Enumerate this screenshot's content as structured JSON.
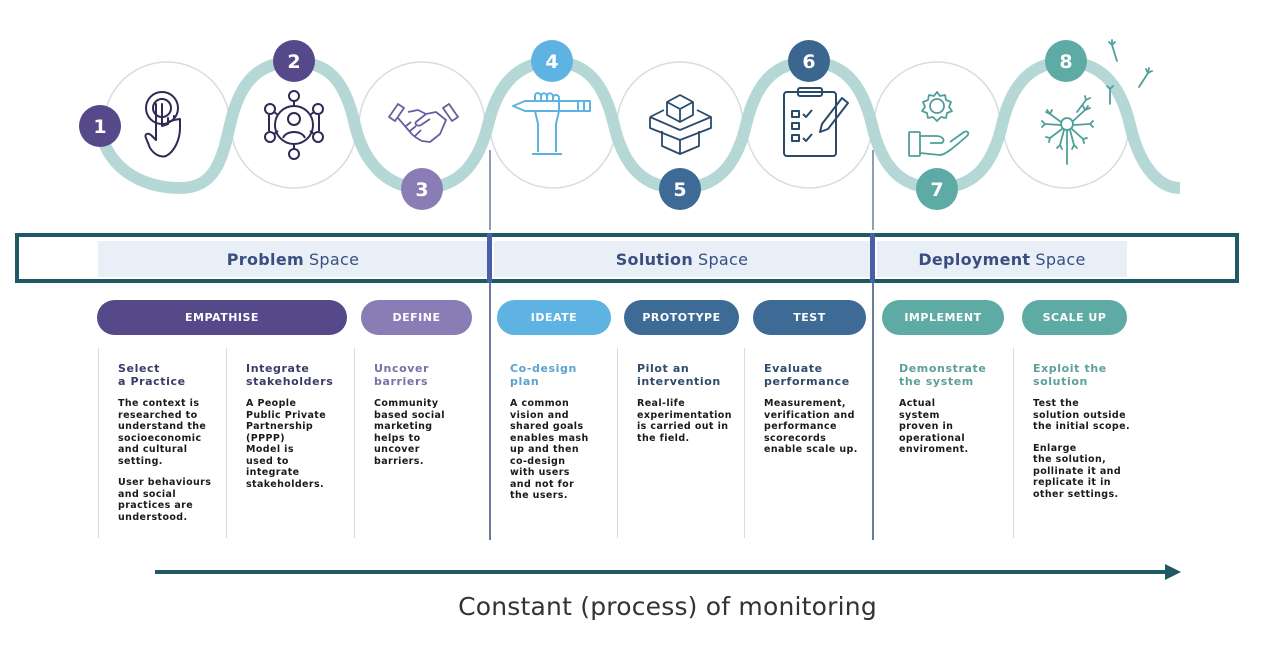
{
  "colors": {
    "purple_dark": "#56498a",
    "purple_mid": "#6b5d9e",
    "purple_light": "#8a7db5",
    "blue_light": "#5fb3e3",
    "blue_steel": "#3e6b95",
    "blue_dark": "#3b6690",
    "teal": "#5eaaa5",
    "teal_light": "#a8d0cf",
    "frame": "#1e5a66"
  },
  "steps": [
    {
      "number": "1",
      "icon": "touch-icon"
    },
    {
      "number": "2",
      "icon": "network-people-icon"
    },
    {
      "number": "3",
      "icon": "handshake-icon"
    },
    {
      "number": "4",
      "icon": "hand-pencil-icon"
    },
    {
      "number": "5",
      "icon": "box-icon"
    },
    {
      "number": "6",
      "icon": "clipboard-checklist-icon"
    },
    {
      "number": "7",
      "icon": "hand-gear-icon"
    },
    {
      "number": "8",
      "icon": "dandelion-icon"
    }
  ],
  "spaces": [
    {
      "bold": "Problem",
      "rest": "Space"
    },
    {
      "bold": "Solution",
      "rest": "Space"
    },
    {
      "bold": "Deployment",
      "rest": "Space"
    }
  ],
  "phases": [
    {
      "label": "EMPATHISE"
    },
    {
      "label": "DEFINE"
    },
    {
      "label": "IDEATE"
    },
    {
      "label": "PROTOTYPE"
    },
    {
      "label": "TEST"
    },
    {
      "label": "IMPLEMENT"
    },
    {
      "label": "SCALE UP"
    }
  ],
  "columns": [
    {
      "title": "Select\na Practice",
      "body": [
        "The context is\nresearched to\nunderstand the\nsocioeconomic\nand cultural\nsetting.",
        "User behaviours\nand social\npractices are\nunderstood."
      ]
    },
    {
      "title": "Integrate\nstakeholders",
      "body": [
        "A People\nPublic Private\nPartnership\n(PPPP)\nModel is\nused to\nintegrate\nstakeholders."
      ]
    },
    {
      "title": "Uncover\nbarriers",
      "body": [
        "Community\nbased social\nmarketing\nhelps to\nuncover\nbarriers."
      ]
    },
    {
      "title": "Co-design\nplan",
      "body": [
        "A common\nvision and\nshared goals\nenables mash\nup and then\nco-design\nwith users\nand not for\nthe users."
      ]
    },
    {
      "title": "Pilot an\nintervention",
      "body": [
        "Real-life\nexperimentation\nis carried out in\nthe field."
      ]
    },
    {
      "title": "Evaluate\nperformance",
      "body": [
        "Measurement,\nverification and\nperformance\nscorecords\nenable scale up."
      ]
    },
    {
      "title": "Demonstrate\nthe system",
      "body": [
        "Actual\nsystem\nproven in\noperational\nenviroment."
      ]
    },
    {
      "title": "Exploit the\nsolution",
      "body": [
        "Test the\nsolution outside\nthe initial scope.",
        "Enlarge\nthe solution,\npollinate it and\nreplicate it in\nother settings."
      ]
    }
  ],
  "footer": {
    "label": "Constant (process) of monitoring"
  }
}
